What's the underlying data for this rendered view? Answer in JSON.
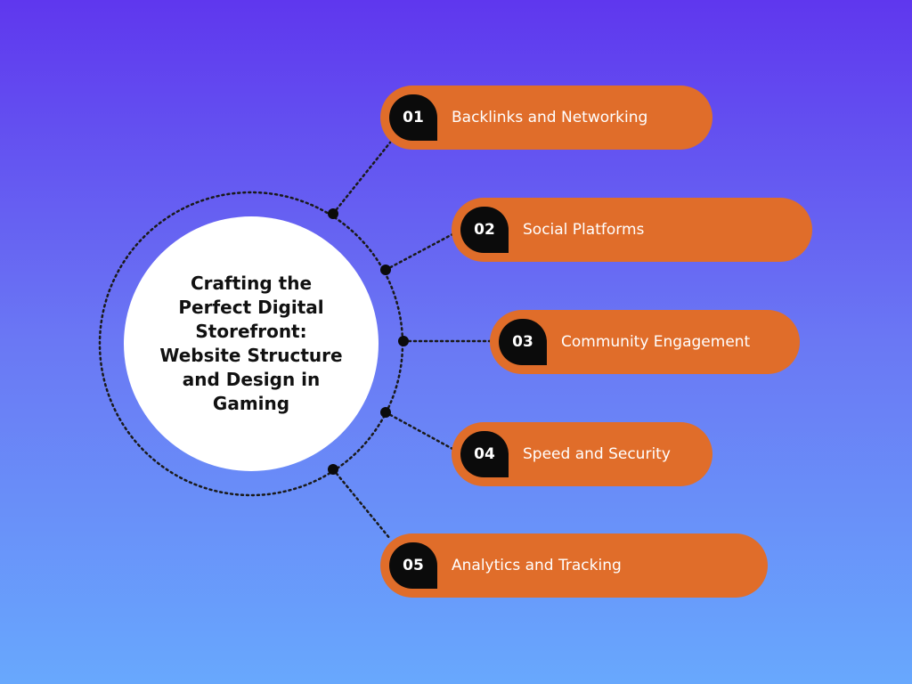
{
  "center": {
    "title": "Crafting the Perfect Digital Storefront: Website Structure and Design in Gaming"
  },
  "colors": {
    "background_top": "#5f37ee",
    "background_bottom": "#68a8fd",
    "pill": "#e06d2a",
    "badge": "#0b0b0b",
    "connector": "#1a1a1a",
    "center_circle": "#ffffff"
  },
  "items": [
    {
      "number": "01",
      "label": "Backlinks and Networking"
    },
    {
      "number": "02",
      "label": "Social Platforms"
    },
    {
      "number": "03",
      "label": "Community Engagement"
    },
    {
      "number": "04",
      "label": "Speed and Security"
    },
    {
      "number": "05",
      "label": "Analytics and Tracking"
    }
  ]
}
